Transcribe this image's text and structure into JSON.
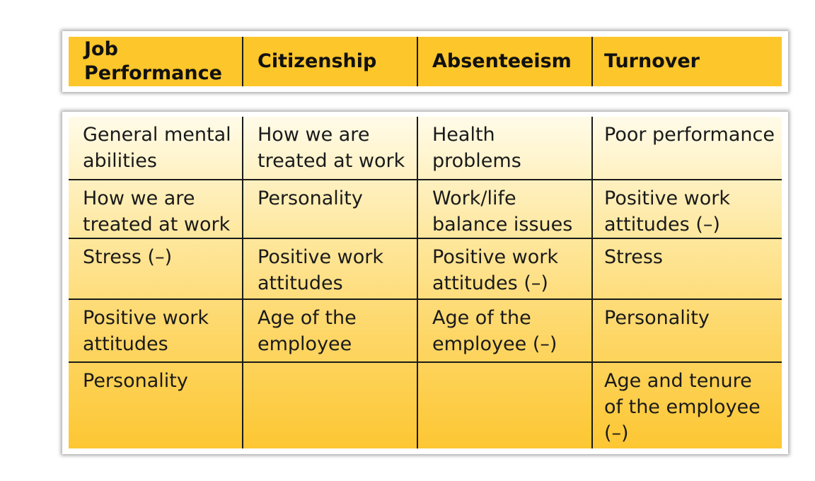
{
  "headers": [
    "Job Performance",
    "Citizenship",
    "Absenteeism",
    "Turnover"
  ],
  "rows": [
    [
      "General mental abilities",
      "How we are treated at work",
      "Health problems",
      "Poor performance"
    ],
    [
      "How we are treated at work",
      "Personality",
      "Work/life balance issues",
      "Positive work attitudes (–)"
    ],
    [
      "Stress (–)",
      "Positive work attitudes",
      "Positive work attitudes (–)",
      "Stress"
    ],
    [
      "Positive work attitudes",
      "Age of the employee",
      "Age of the employee (–)",
      "Personality"
    ],
    [
      "Personality",
      "",
      "",
      "Age and tenure of the employee (–)"
    ]
  ],
  "colors": {
    "header_bg": "#fdc62a",
    "body_gradient_top": "#fffbe8",
    "body_gradient_bottom": "#fdc733",
    "grid_line": "#1a1a1a"
  }
}
